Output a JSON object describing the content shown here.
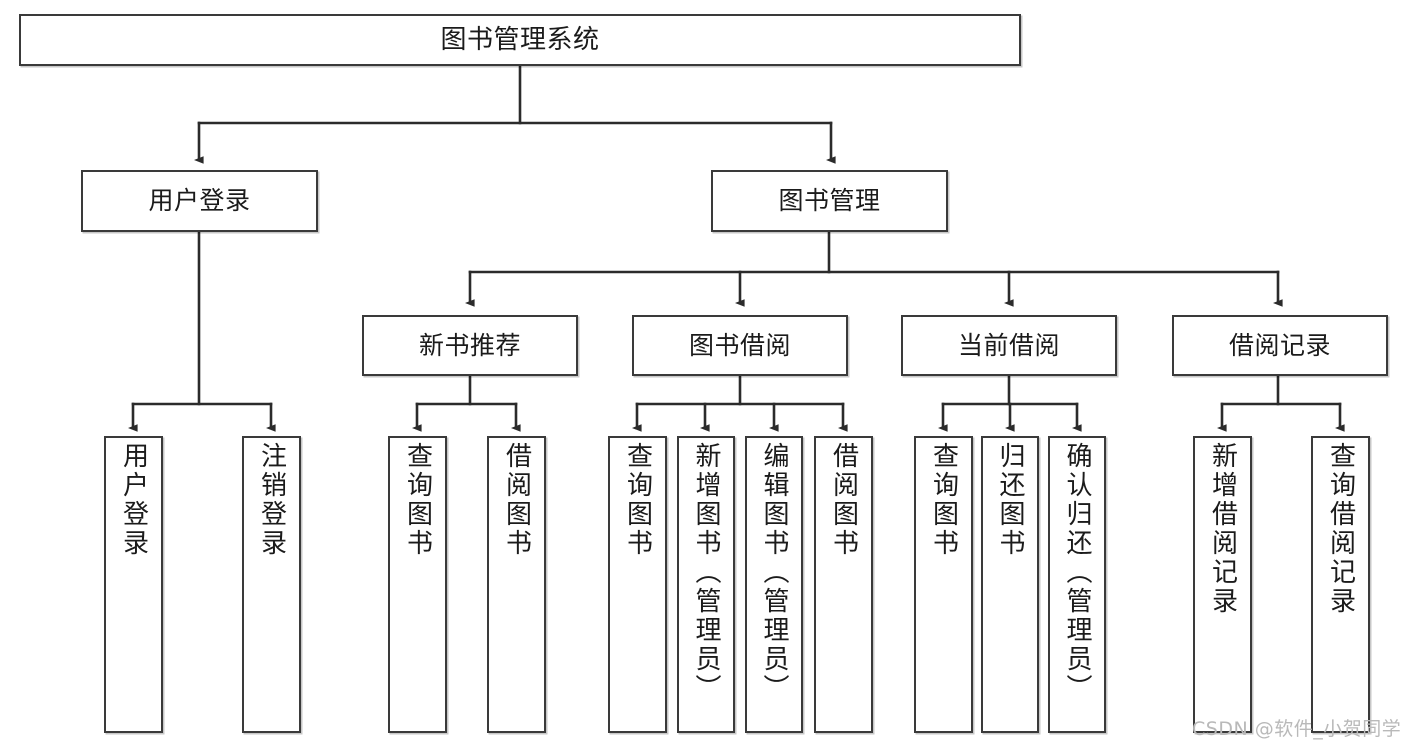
{
  "diagram": {
    "type": "tree-hierarchy",
    "title": "图书管理系统",
    "watermark": "CSDN @软件_小贺同学",
    "colors": {
      "box_border": "#3a3a3a",
      "box_fill": "#ffffff",
      "edge": "#2b2b2b",
      "text": "#1b1b1b",
      "watermark": "#b9b9b9"
    },
    "levels": {
      "level1": [
        {
          "id": "root",
          "label": "图书管理系统"
        }
      ],
      "level2": [
        {
          "id": "user-login",
          "label": "用户登录"
        },
        {
          "id": "book-management",
          "label": "图书管理"
        }
      ],
      "level3": [
        {
          "id": "new-book-recommend",
          "label": "新书推荐"
        },
        {
          "id": "book-borrow",
          "label": "图书借阅"
        },
        {
          "id": "current-borrow",
          "label": "当前借阅"
        },
        {
          "id": "borrow-record",
          "label": "借阅记录"
        }
      ],
      "level4": [
        {
          "id": "leaf-user-login",
          "label": "用户登录",
          "parent": "user-login"
        },
        {
          "id": "leaf-logout",
          "label": "注销登录",
          "parent": "user-login"
        },
        {
          "id": "leaf-query-book-1",
          "label": "查询图书",
          "parent": "new-book-recommend"
        },
        {
          "id": "leaf-borrow-book-1",
          "label": "借阅图书",
          "parent": "new-book-recommend"
        },
        {
          "id": "leaf-query-book-2",
          "label": "查询图书",
          "parent": "book-borrow"
        },
        {
          "id": "leaf-add-book",
          "label": "新增图书（管理员）",
          "parent": "book-borrow"
        },
        {
          "id": "leaf-edit-book",
          "label": "编辑图书（管理员）",
          "parent": "book-borrow"
        },
        {
          "id": "leaf-borrow-book-2",
          "label": "借阅图书",
          "parent": "book-borrow"
        },
        {
          "id": "leaf-query-book-3",
          "label": "查询图书",
          "parent": "current-borrow"
        },
        {
          "id": "leaf-return-book",
          "label": "归还图书",
          "parent": "current-borrow"
        },
        {
          "id": "leaf-confirm-return",
          "label": "确认归还（管理员）",
          "parent": "current-borrow"
        },
        {
          "id": "leaf-add-record",
          "label": "新增借阅记录",
          "parent": "borrow-record"
        },
        {
          "id": "leaf-query-record",
          "label": "查询借阅记录",
          "parent": "borrow-record"
        }
      ]
    }
  }
}
